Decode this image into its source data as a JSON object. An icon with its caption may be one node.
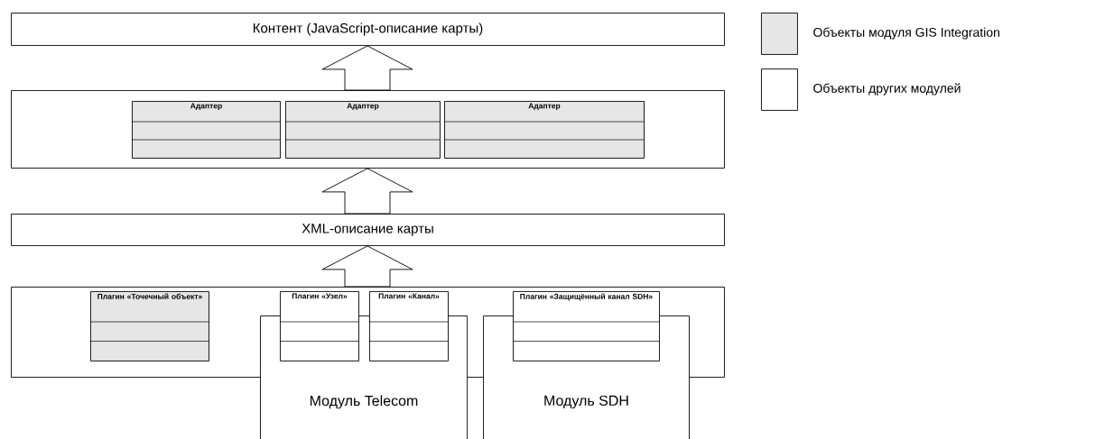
{
  "diagram": {
    "nodes": [
      {
        "text": [
          "Контент (JavaScript-описание карты)"
        ]
      },
      {
        "text": [],
        "shape": "box"
      },
      {
        "text": [
          "Адаптер"
        ],
        "in": 1
      },
      {
        "text": [
          "Адаптер"
        ],
        "in": 1
      },
      {
        "text": [
          "Адаптер"
        ],
        "in": 1
      },
      {
        "text": [
          "XML-описание карты"
        ]
      },
      {
        "text": [],
        "shape": "box"
      },
      {
        "text": [
          "Плагин «Точечный объект»"
        ],
        "in": 6
      },
      {
        "text": [
          "Модуль Telecom"
        ]
      },
      {
        "text": [
          "Плагин «Узел»"
        ],
        "in": 6
      },
      {
        "text": [
          "Плагин «Канал»"
        ],
        "in": 6
      },
      {
        "text": [
          "Модуль SDH"
        ]
      },
      {
        "text": [
          "Плагин «Защищённый канал SDH»"
        ],
        "in": 6
      }
    ],
    "edges": [
      {
        "from": 1,
        "to": 0,
        "arrow": "to"
      },
      {
        "from": 5,
        "to": 1,
        "arrow": "to"
      },
      {
        "from": 6,
        "to": 5,
        "arrow": "to"
      }
    ],
    "legend": [
      {
        "text": "Объекты модуля GIS Integration",
        "color": "#e6e6e6"
      },
      {
        "text": "Объекты других модулей",
        "color": "#ffffff"
      }
    ]
  }
}
